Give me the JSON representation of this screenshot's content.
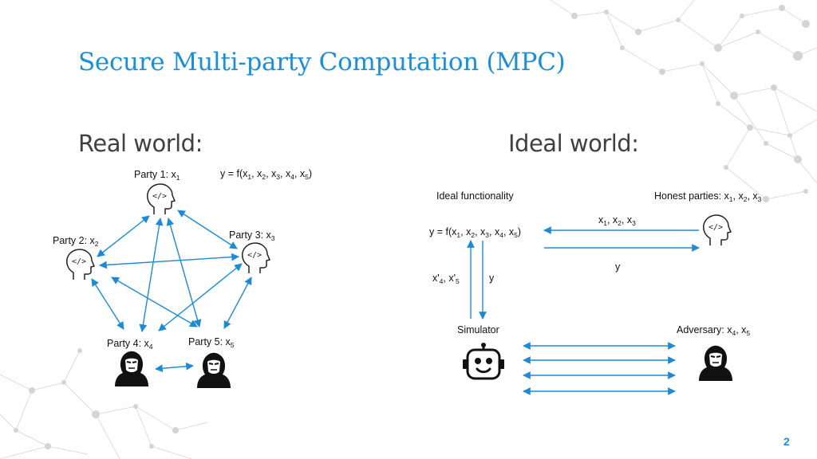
{
  "title": "Secure Multi-party Computation (MPC)",
  "real_world": {
    "heading": "Real world:",
    "function_label": "y = f(x1, x2, x3, x4, x5)",
    "parties": [
      {
        "name": "Party 1: x",
        "sub": "1",
        "role": "honest"
      },
      {
        "name": "Party 2: x",
        "sub": "2",
        "role": "honest"
      },
      {
        "name": "Party 3: x",
        "sub": "3",
        "role": "honest"
      },
      {
        "name": "Party 4: x",
        "sub": "4",
        "role": "adversary"
      },
      {
        "name": "Party 5: x",
        "sub": "5",
        "role": "adversary"
      }
    ]
  },
  "ideal_world": {
    "heading": "Ideal world:",
    "functionality_label": "Ideal functionality",
    "functionality_formula": "y = f(x1, x2, x3, x4, x5)",
    "honest_label": "Honest parties: x1, x2, x3",
    "inputs_label": "x1, x2, x3",
    "output_label": "y",
    "sim_input_label": "x'4, x'5",
    "sim_output_label": "y",
    "simulator_label": "Simulator",
    "adversary_label": "Adversary: x4, x5"
  },
  "colors": {
    "accent": "#1d8fd6",
    "arrow": "#1e8ad6",
    "text": "#111111"
  },
  "page_number": "2"
}
